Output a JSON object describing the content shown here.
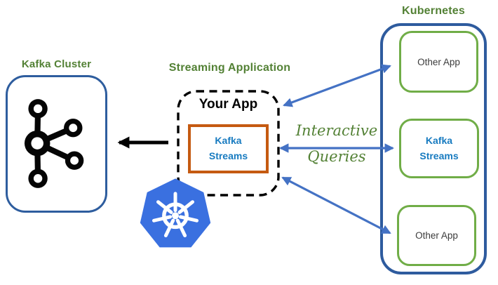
{
  "colors": {
    "title_green": "#538135",
    "box_green": "#70ad47",
    "container_blue": "#2e5b9e",
    "kafka_box_blue": "#2e5d9e",
    "orange": "#c55a11",
    "stream_blue": "#187bc0",
    "arrow_blue": "#4472c4",
    "k8s_blue": "#3a70e0"
  },
  "kafka_cluster": {
    "title": "Kafka Cluster",
    "icon": "kafka-logo"
  },
  "streaming_application": {
    "title": "Streaming Application",
    "app_label": "Your App",
    "library_label": "Kafka Streams",
    "icon": "kubernetes-helm-logo"
  },
  "interactive_queries": {
    "line1": "Interactive",
    "line2": "Queries"
  },
  "kubernetes": {
    "title": "Kubernetes",
    "pods": [
      {
        "label": "Other App",
        "type": "other-app"
      },
      {
        "label": "Kafka Streams",
        "type": "kafka-streams"
      },
      {
        "label": "Other App",
        "type": "other-app"
      }
    ]
  },
  "connections": [
    {
      "name": "app-to-kafka-cluster",
      "style": "black-single-head"
    },
    {
      "name": "app-to-other-app-top",
      "style": "blue-double-head"
    },
    {
      "name": "app-to-kafka-streams-pod",
      "style": "blue-double-head"
    },
    {
      "name": "app-to-other-app-bottom",
      "style": "blue-double-head"
    }
  ]
}
